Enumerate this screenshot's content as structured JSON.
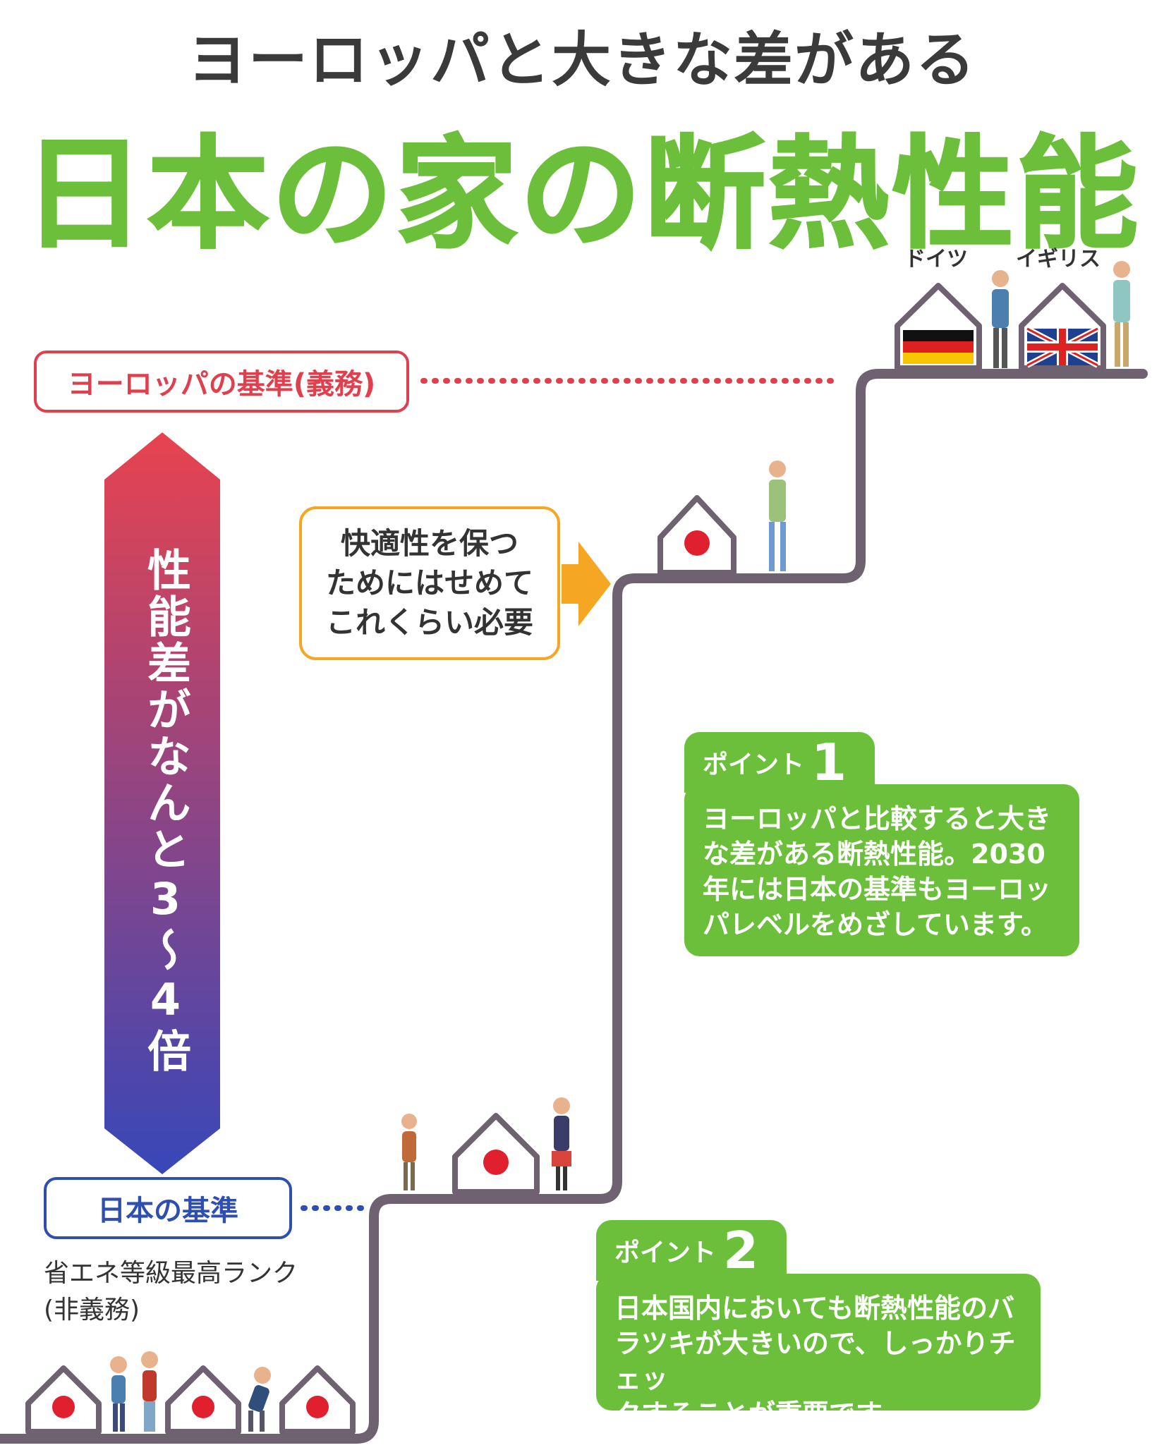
{
  "subtitle": "ヨーロッパと大きな差がある",
  "title": "日本の家の断熱性能",
  "europe_standard": {
    "label": "ヨーロッパの基準(義務)"
  },
  "japan_standard": {
    "label": "日本の基準",
    "note": "省エネ等級最高ランク\n(非義務)"
  },
  "gap_arrow": {
    "text": "性能差がなんと3〜4倍"
  },
  "comfort_box": {
    "text": "快適性を保つ\nためにはせめて\nこれくらい必要"
  },
  "countries": {
    "germany": "ドイツ",
    "uk": "イギリス"
  },
  "point1": {
    "label": "ポイント",
    "number": "1",
    "text": "ヨーロッパと比較すると大き\nな差がある断熱性能。2030\n年には日本の基準もヨーロッ\nパレベルをめざしています。"
  },
  "point2": {
    "label": "ポイント",
    "number": "2",
    "text": "日本国内においても断熱性能のバ\nラツキが大きいので、しっかりチェッ\nクすることが重要です。"
  },
  "colors": {
    "green": "#6cbf3a",
    "red": "#e0404e",
    "blue": "#2f4fb0",
    "orange": "#f5a623",
    "stairs": "#6e6270"
  }
}
